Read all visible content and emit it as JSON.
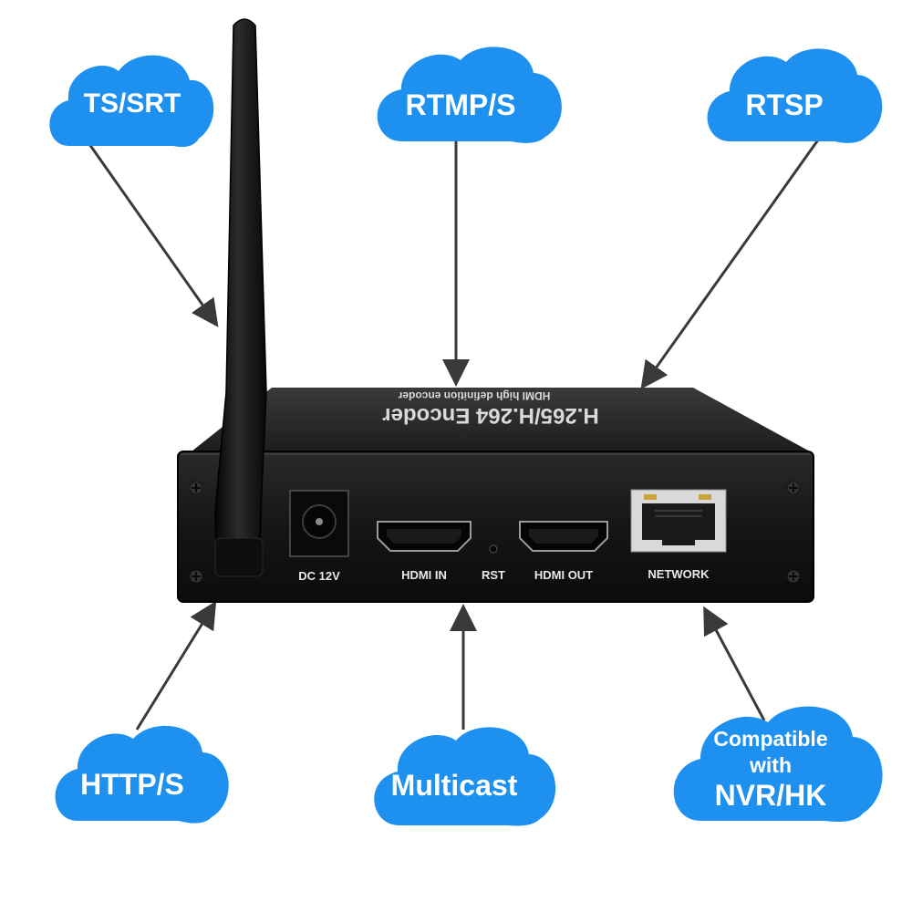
{
  "clouds": {
    "ts_srt": "TS/SRT",
    "rtmp_s": "RTMP/S",
    "rtsp": "RTSP",
    "http_s": "HTTP/S",
    "multicast": "Multicast",
    "compat_line1": "Compatible",
    "compat_line2": "with",
    "compat_line3": "NVR/HK"
  },
  "device": {
    "top_title": "H.265/H.264 Encoder",
    "top_subtitle": "HDMI high definition encoder",
    "ports": {
      "dc": "DC 12V",
      "hdmi_in": "HDMI IN",
      "rst": "RST",
      "hdmi_out": "HDMI OUT",
      "network": "NETWORK"
    }
  },
  "colors": {
    "cloud": "#1e90f0",
    "arrow": "#3a3a3a",
    "device": "#1a1a1a"
  }
}
